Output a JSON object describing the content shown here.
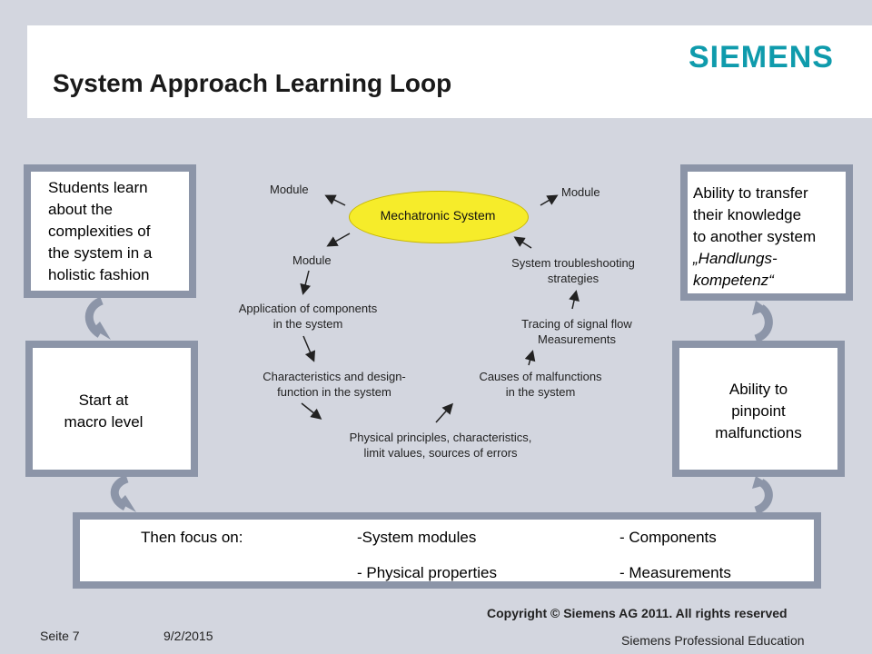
{
  "header": {
    "title": "System Approach Learning Loop",
    "logo": "SIEMENS"
  },
  "boxes": {
    "students": [
      "Students learn",
      "about the",
      "complexities of",
      "the system in a",
      "holistic fashion"
    ],
    "transfer": [
      "Ability to transfer",
      "their knowledge",
      "to another system",
      "„Handlungs-",
      "kompetenz“"
    ],
    "macro": [
      "Start at",
      "macro level"
    ],
    "pinpoint": [
      "Ability to",
      "pinpoint",
      "malfunctions"
    ]
  },
  "focus": {
    "label": "Then focus on:",
    "items": [
      "-System modules",
      "- Components",
      "- Physical properties",
      "- Measurements"
    ]
  },
  "diagram": {
    "center": "Mechatronic System",
    "module_left": "Module",
    "module_right": "Module",
    "module_lower": "Module",
    "application": [
      "Application of components",
      "in the system"
    ],
    "characteristics": [
      "Characteristics and design-",
      "function in the system"
    ],
    "physical": [
      "Physical principles, characteristics,",
      "limit values, sources of errors"
    ],
    "causes": [
      "Causes of malfunctions",
      "in the system"
    ],
    "tracing": [
      "Tracing of signal flow",
      "Measurements"
    ],
    "troubleshooting": [
      "System troubleshooting",
      "strategies"
    ]
  },
  "footer": {
    "page": "Seite 7",
    "date": "9/2/2015",
    "copyright": "Copyright © Siemens AG 2011. All rights reserved",
    "org": "Siemens Professional Education"
  },
  "colors": {
    "logo": "#0f9bac",
    "box_border": "#8c95a8",
    "ellipse": "#f6ec2a",
    "background": "#d3d6df"
  }
}
